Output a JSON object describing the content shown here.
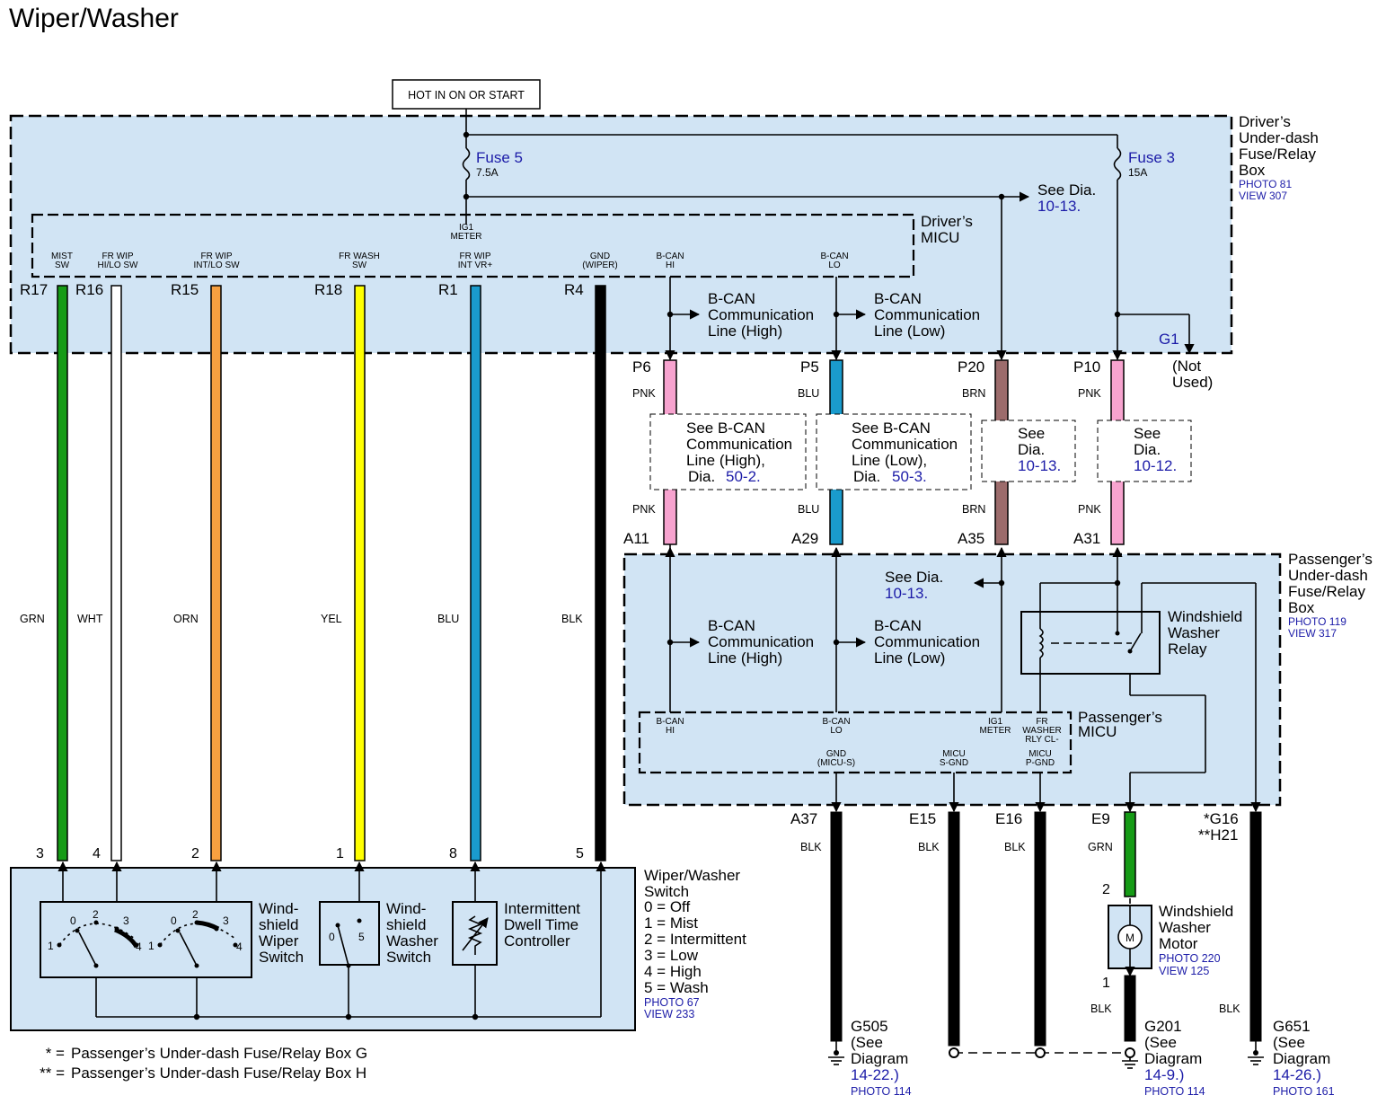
{
  "title": "Wiper/Washer",
  "hot_label": "HOT IN ON OR START",
  "drivers_box": {
    "label": [
      "Driver’s",
      "Under-dash",
      "Fuse/Relay",
      "Box"
    ],
    "photo": "PHOTO 81",
    "view": "VIEW 307"
  },
  "fuse5": {
    "name": "Fuse 5",
    "rating": "7.5A"
  },
  "fuse3": {
    "name": "Fuse 3",
    "rating": "15A"
  },
  "see_dia_top": {
    "see": "See  Dia.",
    "ref": "10-13."
  },
  "drivers_micu": {
    "label": [
      "Driver’s",
      "MICU"
    ],
    "ig1": [
      "IG1",
      "METER"
    ]
  },
  "pins": [
    {
      "l1": "MIST",
      "l2": "SW",
      "conn": "R17",
      "color": "GRN",
      "num": "3"
    },
    {
      "l1": "FR WIP",
      "l2": "HI/LO SW",
      "conn": "R16",
      "color": "WHT",
      "num": "4"
    },
    {
      "l1": "FR WIP",
      "l2": "INT/LO SW",
      "conn": "R15",
      "color": "ORN",
      "num": "2"
    },
    {
      "l1": "FR WASH",
      "l2": "SW",
      "conn": "R18",
      "color": "YEL",
      "num": "1"
    },
    {
      "l1": "FR WIP",
      "l2": "INT VR+",
      "conn": "R1",
      "color": "BLU",
      "num": "8"
    },
    {
      "l1": "GND",
      "l2": "(WIPER)",
      "conn": "R4",
      "color": "BLK",
      "num": "5"
    }
  ],
  "bcan": {
    "hi": [
      "B-CAN",
      "HI"
    ],
    "lo": [
      "B-CAN",
      "LO"
    ],
    "high_label": [
      "B-CAN",
      "Communication",
      "Line (High)"
    ],
    "low_label": [
      "B-CAN",
      "Communication",
      "Line (Low)"
    ]
  },
  "g1": {
    "name": "G1",
    "not_used": [
      "(Not",
      "Used)"
    ]
  },
  "links": [
    {
      "top": "P6",
      "bottom": "A11",
      "color": "PNK"
    },
    {
      "top": "P5",
      "bottom": "A29",
      "color": "BLU"
    },
    {
      "top": "P20",
      "bottom": "A35",
      "color": "BRN"
    },
    {
      "top": "P10",
      "bottom": "A31",
      "color": "PNK"
    }
  ],
  "notes": [
    {
      "l1": "See B-CAN",
      "l2": "Communication",
      "l3": "Line (High),",
      "l4": "Dia.",
      "ref": "50-2."
    },
    {
      "l1": "See B-CAN",
      "l2": "Communication",
      "l3": "Line (Low),",
      "l4": "Dia.",
      "ref": "50-3."
    },
    {
      "l1": "See",
      "l2": "Dia.",
      "ref": "10-13."
    },
    {
      "l1": "See",
      "l2": "Dia.",
      "ref": "10-12."
    }
  ],
  "pass_box": {
    "label": [
      "Passenger’s",
      "Under-dash",
      "Fuse/Relay",
      "Box"
    ],
    "photo": "PHOTO 119",
    "view": "VIEW 317"
  },
  "see_dia_pass": {
    "see": "See  Dia.",
    "ref": "10-13."
  },
  "relay": [
    "Windshield",
    "Washer",
    "Relay"
  ],
  "pass_micu": {
    "label": [
      "Passenger’s",
      "MICU"
    ],
    "ig1": [
      "IG1",
      "METER"
    ],
    "frw": [
      "FR",
      "WASHER",
      "RLY CL-"
    ],
    "gnd": [
      "GND",
      "(MICU-S)"
    ],
    "sgnd": [
      "MICU",
      "S-GND"
    ],
    "pgnd": [
      "MICU",
      "P-GND"
    ]
  },
  "ground_wires": [
    {
      "conn": "A37",
      "color": "BLK"
    },
    {
      "conn": "E15",
      "color": "BLK"
    },
    {
      "conn": "E16",
      "color": "BLK"
    },
    {
      "conn": "E9",
      "color": "GRN"
    },
    {
      "conn1": "*G16",
      "conn2": "**H21"
    }
  ],
  "switch": {
    "label": [
      "Wiper/Washer",
      "Switch"
    ],
    "legend": [
      "0 = Off",
      "1 = Mist",
      "2 = Intermittent",
      "3 = Low",
      "4 = High",
      "5 = Wash"
    ],
    "photo": "PHOTO 67",
    "view": "VIEW 233",
    "wiper": [
      "Wind-",
      "shield",
      "Wiper",
      "Switch"
    ],
    "washer": [
      "Wind-",
      "shield",
      "Washer",
      "Switch"
    ],
    "controller": [
      "Intermittent",
      "Dwell Time",
      "Controller"
    ],
    "pos": [
      "0",
      "1",
      "2",
      "3",
      "4",
      "5"
    ]
  },
  "motor": {
    "label": [
      "Windshield",
      "Washer",
      "Motor"
    ],
    "photo": "PHOTO 220",
    "view": "VIEW 125",
    "pin2": "2",
    "pin1": "1",
    "m": "M",
    "lower_color": "BLK"
  },
  "g651_color": "BLK",
  "grounds": [
    {
      "name": "G505",
      "see": "(See",
      "diagram": "Diagram",
      "ref": "14-22.)",
      "photo": "PHOTO 114"
    },
    {
      "name": "G201",
      "see": "(See",
      "diagram": "Diagram",
      "ref": "14-9.)",
      "photo": "PHOTO 114"
    },
    {
      "name": "G651",
      "see": "(See",
      "diagram": "Diagram",
      "ref": "14-26.)",
      "photo": "PHOTO 161"
    }
  ],
  "footnotes": [
    {
      "mark": "* =",
      "text": "Passenger’s Under-dash Fuse/Relay Box G"
    },
    {
      "mark": "** =",
      "text": "Passenger’s Under-dash Fuse/Relay Box H"
    }
  ],
  "wire_colors": {
    "GRN": "#169b16",
    "WHT": "#ffffff",
    "ORN": "#f7a040",
    "YEL": "#ffff00",
    "BLU": "#1a9bcd",
    "BLK": "#000000",
    "PNK": "#f7a3cf",
    "BRN": "#9c6c6c"
  }
}
